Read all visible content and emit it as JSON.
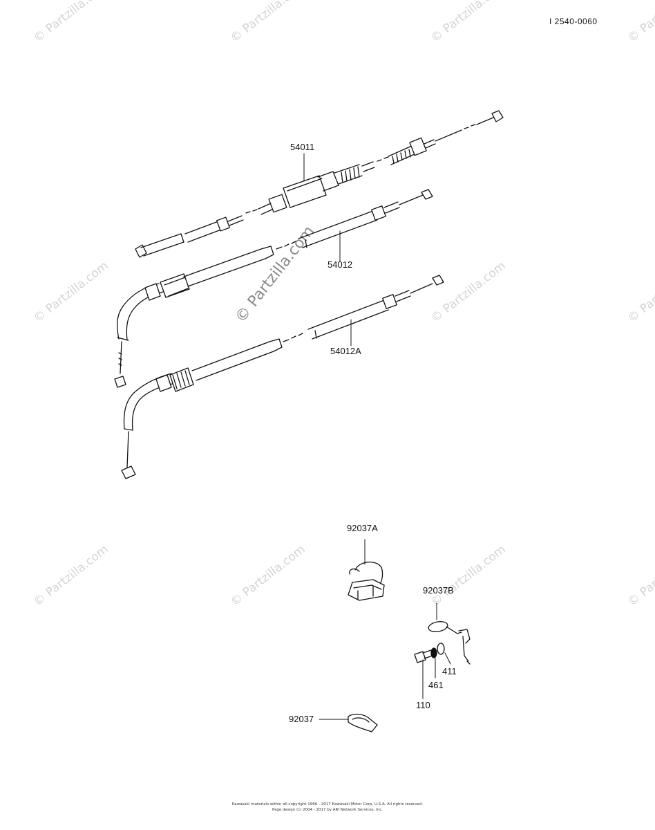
{
  "diagram_code": "I 2540-0060",
  "watermark": "© Partzilla.com",
  "callouts": {
    "p54011": "54011",
    "p54012": "54012",
    "p54012A": "54012A",
    "p92037A": "92037A",
    "p92037B": "92037B",
    "p411": "411",
    "p461": "461",
    "p110": "110",
    "p92037": "92037"
  },
  "footer": {
    "line1": "Kawasaki materials within all copyright 1966 - 2017 Kawasaki Motor Corp, U.S.A.  All rights reserved.",
    "line2": "Page design (c) 2004 - 2017 by ARI Network Services, Inc."
  }
}
